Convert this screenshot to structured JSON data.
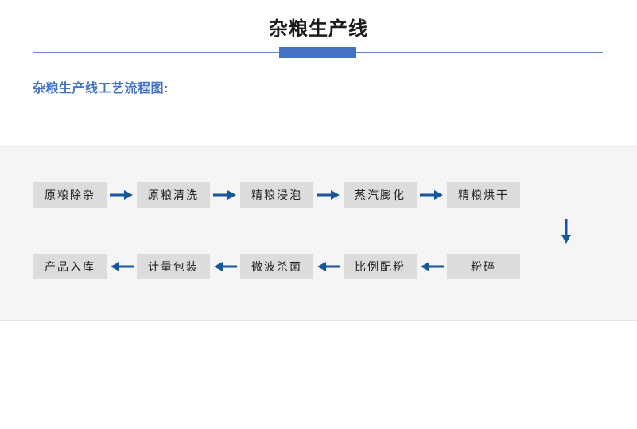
{
  "header": {
    "title": "杂粮生产线",
    "accent_color": "#4472c4",
    "rule_color": "#5b85c8"
  },
  "section": {
    "subtitle": "杂粮生产线工艺流程图:"
  },
  "flowchart": {
    "node_fill": "#dcdcdc",
    "arrow_color": "#15569e",
    "panel_background": "#f5f5f5",
    "row_top": {
      "direction": "right",
      "nodes": [
        {
          "label": "原粮除杂"
        },
        {
          "label": "原粮清洗"
        },
        {
          "label": "精粮浸泡"
        },
        {
          "label": "蒸汽膨化"
        },
        {
          "label": "精粮烘干"
        }
      ],
      "arrows": [
        "arrow-right-icon",
        "arrow-right-icon",
        "arrow-right-icon",
        "arrow-right-icon"
      ]
    },
    "connector": {
      "icon": "arrow-down-icon",
      "from": "精粮烘干",
      "to": "粉碎"
    },
    "row_bottom": {
      "direction": "left",
      "nodes": [
        {
          "label": "产品入库"
        },
        {
          "label": "计量包装"
        },
        {
          "label": "微波杀菌"
        },
        {
          "label": "比例配粉"
        },
        {
          "label": "粉碎"
        }
      ],
      "arrows": [
        "arrow-left-icon",
        "arrow-left-icon",
        "arrow-left-icon",
        "arrow-left-icon"
      ]
    }
  }
}
